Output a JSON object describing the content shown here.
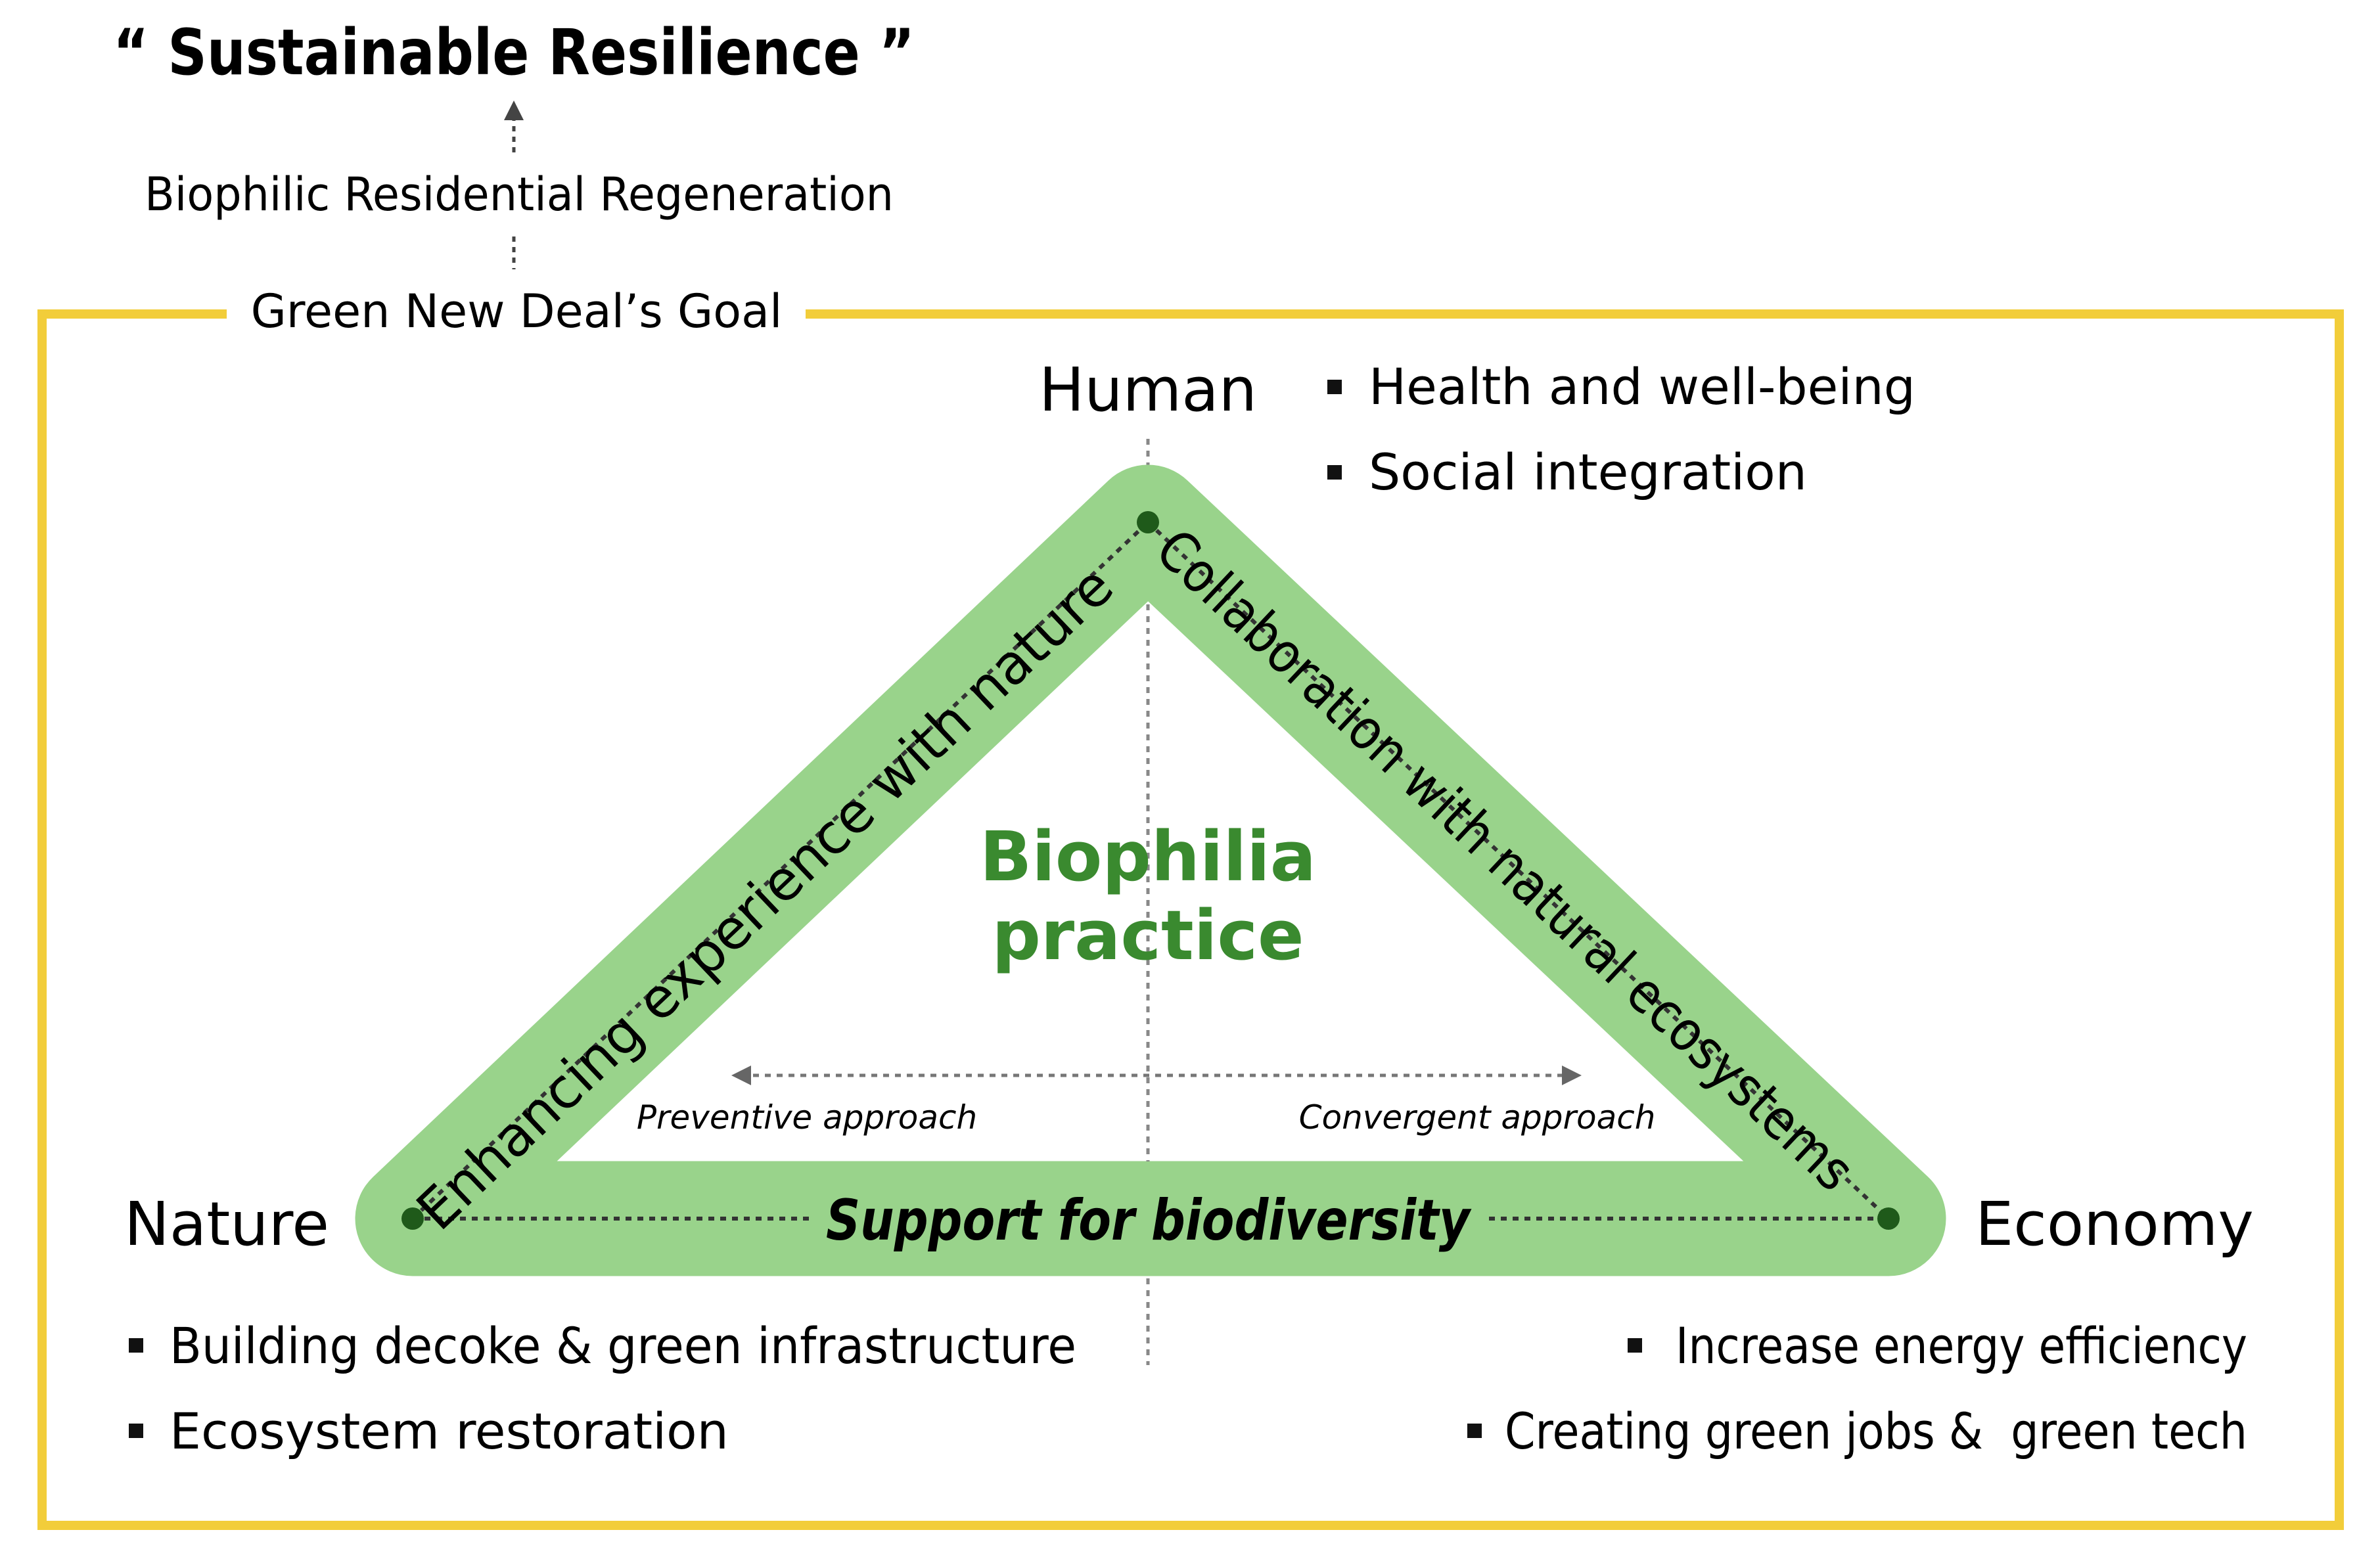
{
  "header": {
    "title": "“ Sustainable Resilience ”",
    "step": "Biophilic Residential Regeneration",
    "goal": "Green New Deal’s Goal"
  },
  "center": {
    "line1": "Biophilia",
    "line2": "practice"
  },
  "nodes": {
    "human": {
      "label": "Human",
      "bullets": [
        "Health and well-being",
        "Social integration"
      ]
    },
    "nature": {
      "label": "Nature",
      "bullets": [
        "Building decoke & green infrastructure",
        "Ecosystem restoration"
      ]
    },
    "economy": {
      "label": "Economy",
      "bullets": [
        "Increase energy efficiency",
        "Creating green jobs &  green tech"
      ]
    }
  },
  "edges": {
    "left": "Enhancing experience with nature",
    "right": "Collaboration with natural ecosystems",
    "bottom": "Support for biodiversity"
  },
  "approaches": {
    "left": "Preventive approach",
    "right": "Convergent approach"
  },
  "colors": {
    "frame": "#F2CD3A",
    "triangle": "#99D38B",
    "center_text": "#3A8A2F",
    "vertex_dot": "#1F5A1A",
    "text": "#111111",
    "guide": "#888888"
  }
}
